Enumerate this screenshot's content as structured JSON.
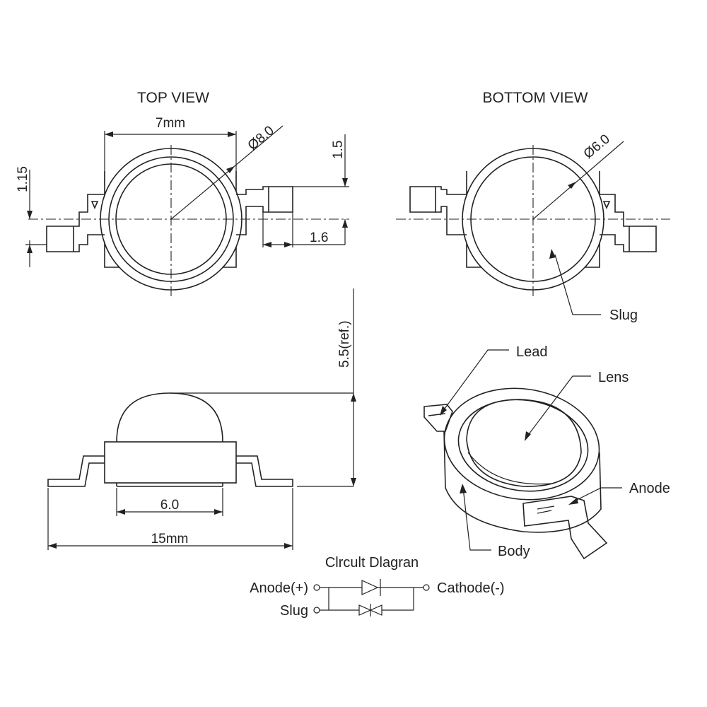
{
  "top_view": {
    "title": "TOP VIEW",
    "width_dim": "7mm",
    "dia_dim": "Ø8.0",
    "left_dim": "1.15",
    "right_dim_top": "1.5",
    "right_dim_bottom": "1.6"
  },
  "bottom_view": {
    "title": "BOTTOM VIEW",
    "dia_dim": "Ø6.0",
    "slug_label": "Slug"
  },
  "side_view": {
    "height_dim": "5.5(ref.)",
    "base_dim": "6.0",
    "length_dim": "15mm"
  },
  "iso_view": {
    "lead_label": "Lead",
    "lens_label": "Lens",
    "anode_label": "Anode",
    "body_label": "Body"
  },
  "circuit": {
    "title": "Clrcult Dlagran",
    "anode_label": "Anode(+)",
    "slug_label": "Slug",
    "cathode_label": "Cathode(-)"
  }
}
